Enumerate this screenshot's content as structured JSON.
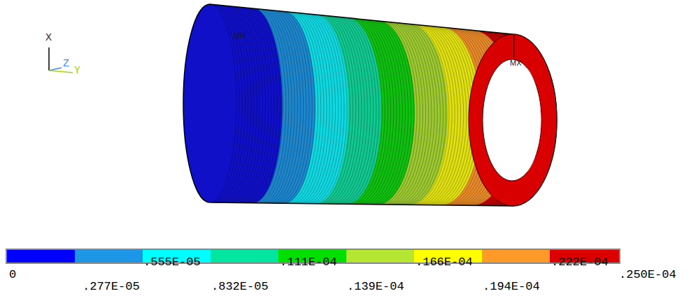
{
  "diagram": {
    "labels": [
      "X",
      "Z",
      "Y",
      "MN",
      "MX",
      "0",
      ".277E-05",
      ".555E-05",
      ".832E-05",
      ".111E-04",
      ".139E-04",
      ".166E-04",
      ".194E-04",
      ".222E-04",
      ".250E-04"
    ]
  }
}
